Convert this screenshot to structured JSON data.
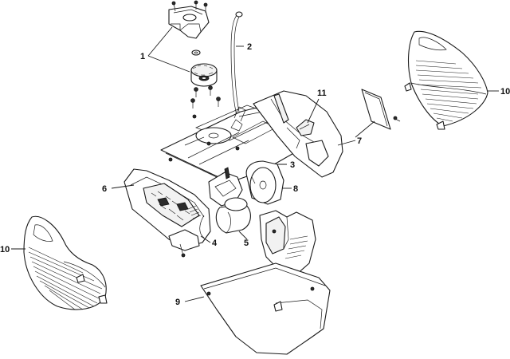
{
  "callouts": {
    "c1": "1",
    "c2": "2",
    "c3": "3",
    "c4": "4",
    "c5": "5",
    "c6": "6",
    "c7": "7",
    "c8": "8",
    "c9": "9",
    "c10_right": "10",
    "c10_left": "10",
    "c11": "11"
  },
  "colors": {
    "line": "#1a1a1a",
    "background": "#ffffff",
    "shading": "#2b2b2b"
  }
}
